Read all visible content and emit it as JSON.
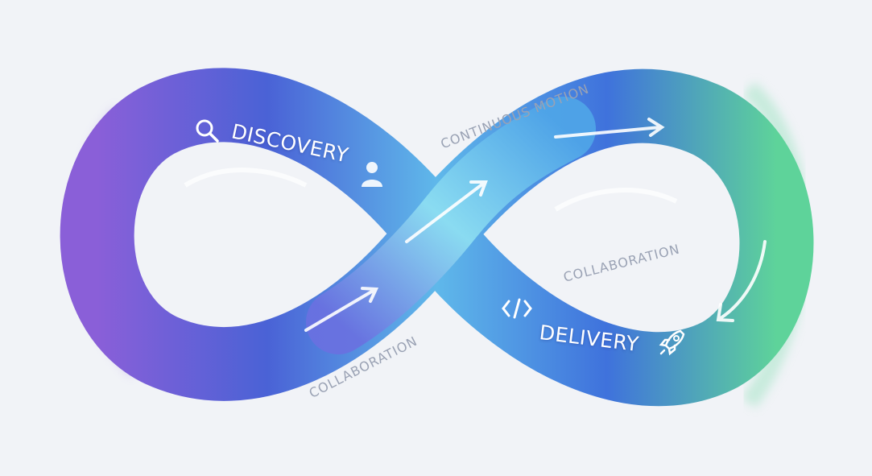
{
  "stages": {
    "discovery": {
      "label": "DISCOVERY",
      "icons": [
        "search-icon",
        "user-icon"
      ]
    },
    "delivery": {
      "label": "DELIVERY",
      "icons": [
        "code-icon",
        "rocket-icon"
      ]
    }
  },
  "annotations": {
    "top": "CONTINUOUS MOTION",
    "right": "COLLABORATION",
    "bottom_left": "COLLABORATION"
  },
  "colors": {
    "background": "#f1f3f7",
    "purple": "#8a5fd8",
    "blue": "#3f6fd8",
    "cyan": "#5fc4e8",
    "green": "#5ed39a"
  }
}
